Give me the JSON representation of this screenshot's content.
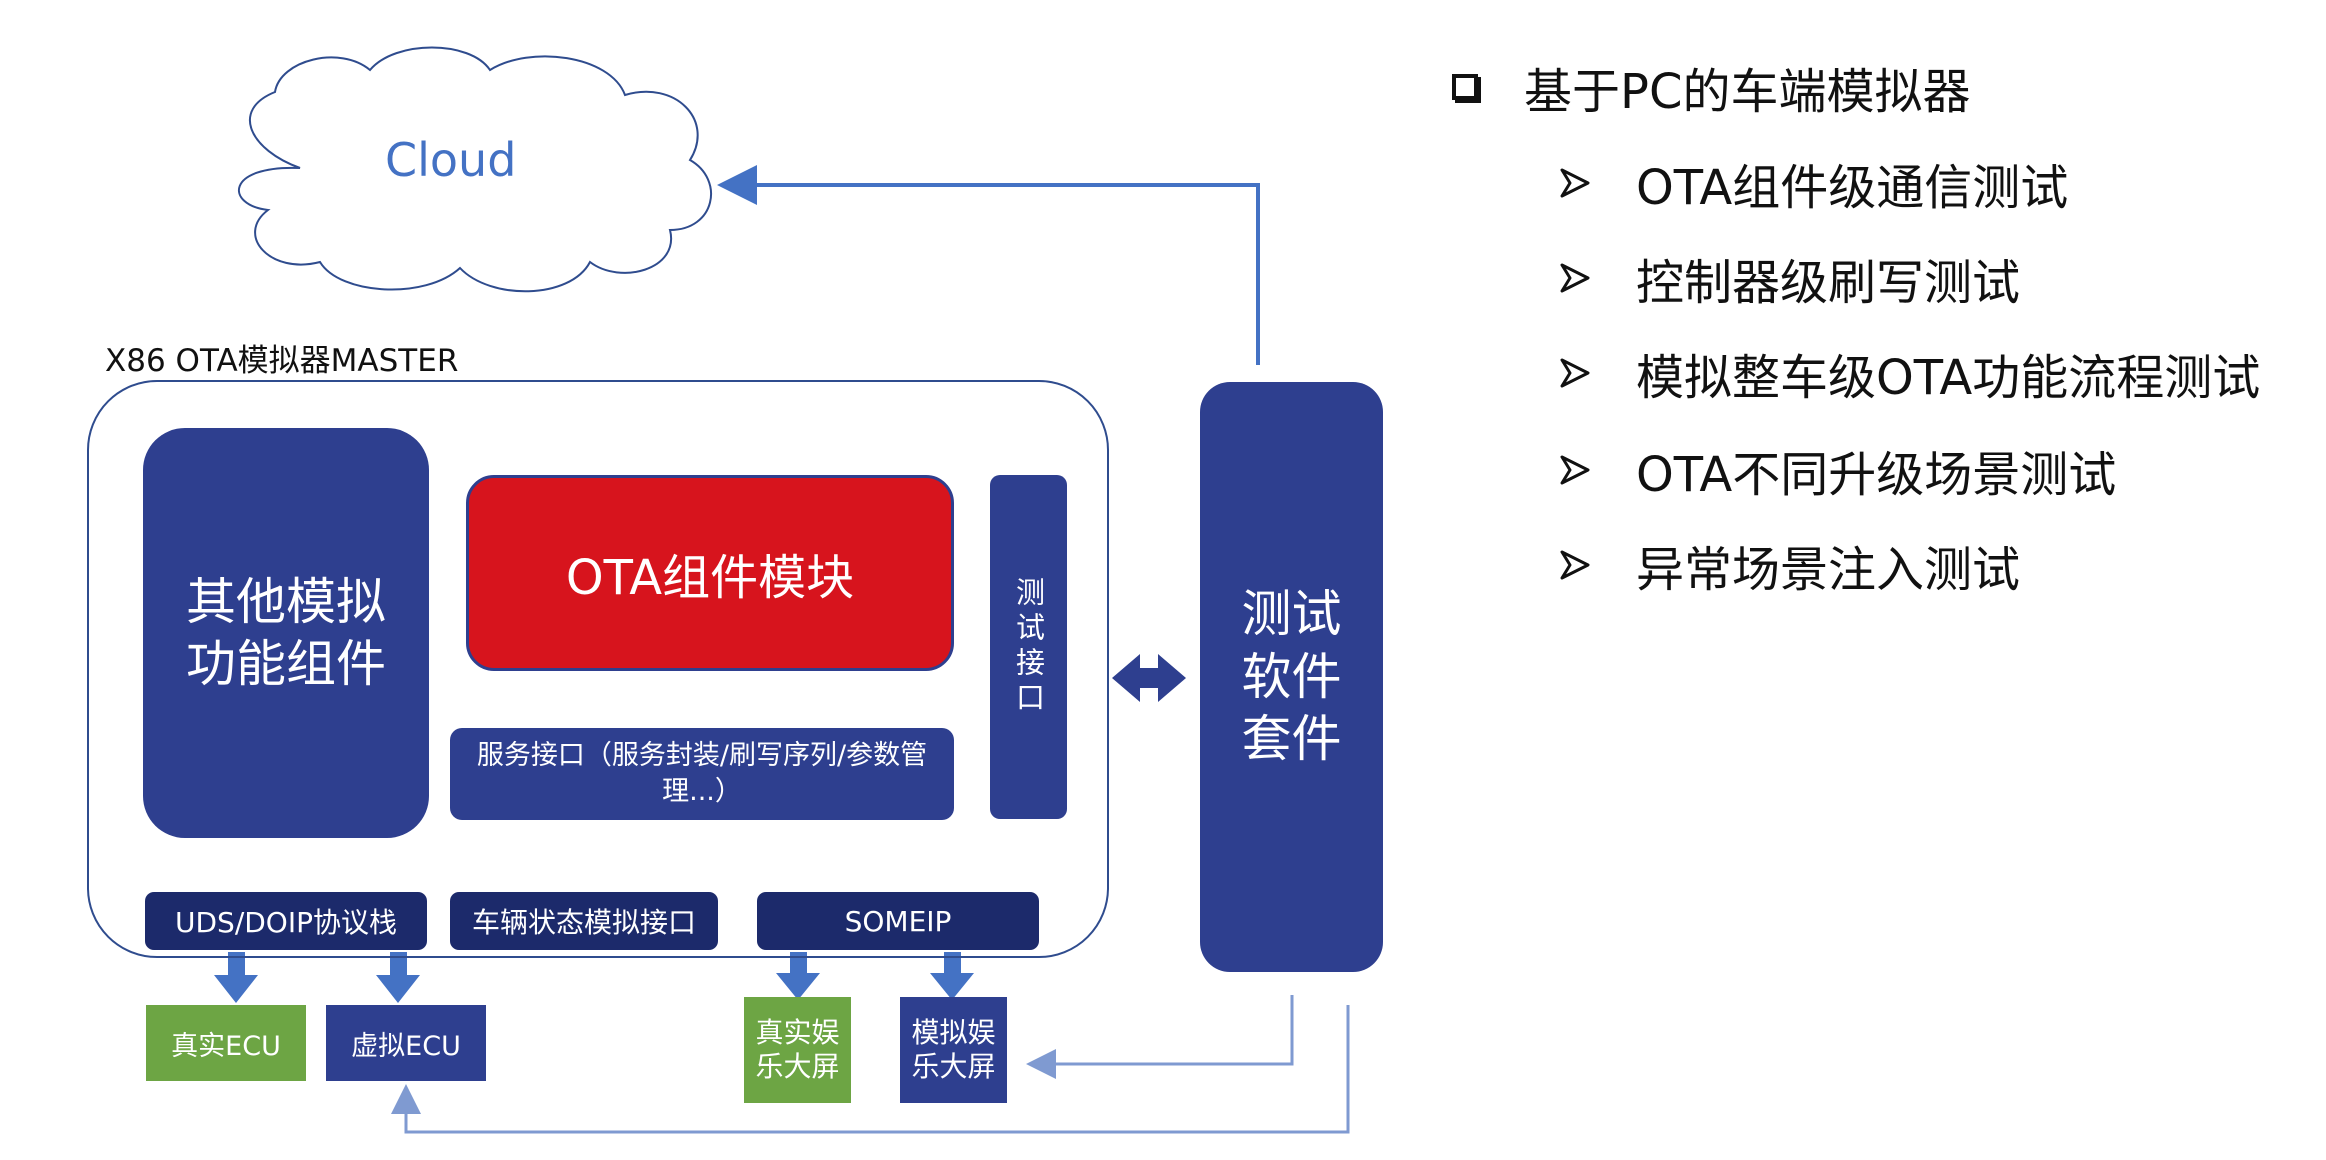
{
  "diagram": {
    "cloud": {
      "label": "Cloud"
    },
    "master": {
      "label": "X86 OTA模拟器MASTER",
      "other_components": "其他模拟功能组件",
      "ota_module": "OTA组件模块",
      "service_interface": "服务接口（服务封装/刷写序列/参数管理...）",
      "test_interface": "测试接口",
      "protocol_stack": "UDS/DOIP协议栈",
      "vehicle_state_interface": "车辆状态模拟接口",
      "someip": "SOMEIP"
    },
    "test_suite": "测试软件套件",
    "targets": {
      "real_ecu": "真实ECU",
      "virtual_ecu": "虚拟ECU",
      "real_screen": "真实娱乐大屏",
      "sim_screen": "模拟娱乐大屏"
    }
  },
  "bullets": {
    "title": "基于PC的车端模拟器",
    "items": [
      "OTA组件级通信测试",
      "控制器级刷写测试",
      "模拟整车级OTA功能流程测试",
      "OTA不同升级场景测试",
      "异常场景注入测试"
    ]
  },
  "colors": {
    "navy": "#2e3f8f",
    "dark_navy": "#1c2a6b",
    "red": "#d7141d",
    "green": "#6da544",
    "arrow_blue": "#4472c4",
    "connector": "#7f9ad1"
  }
}
